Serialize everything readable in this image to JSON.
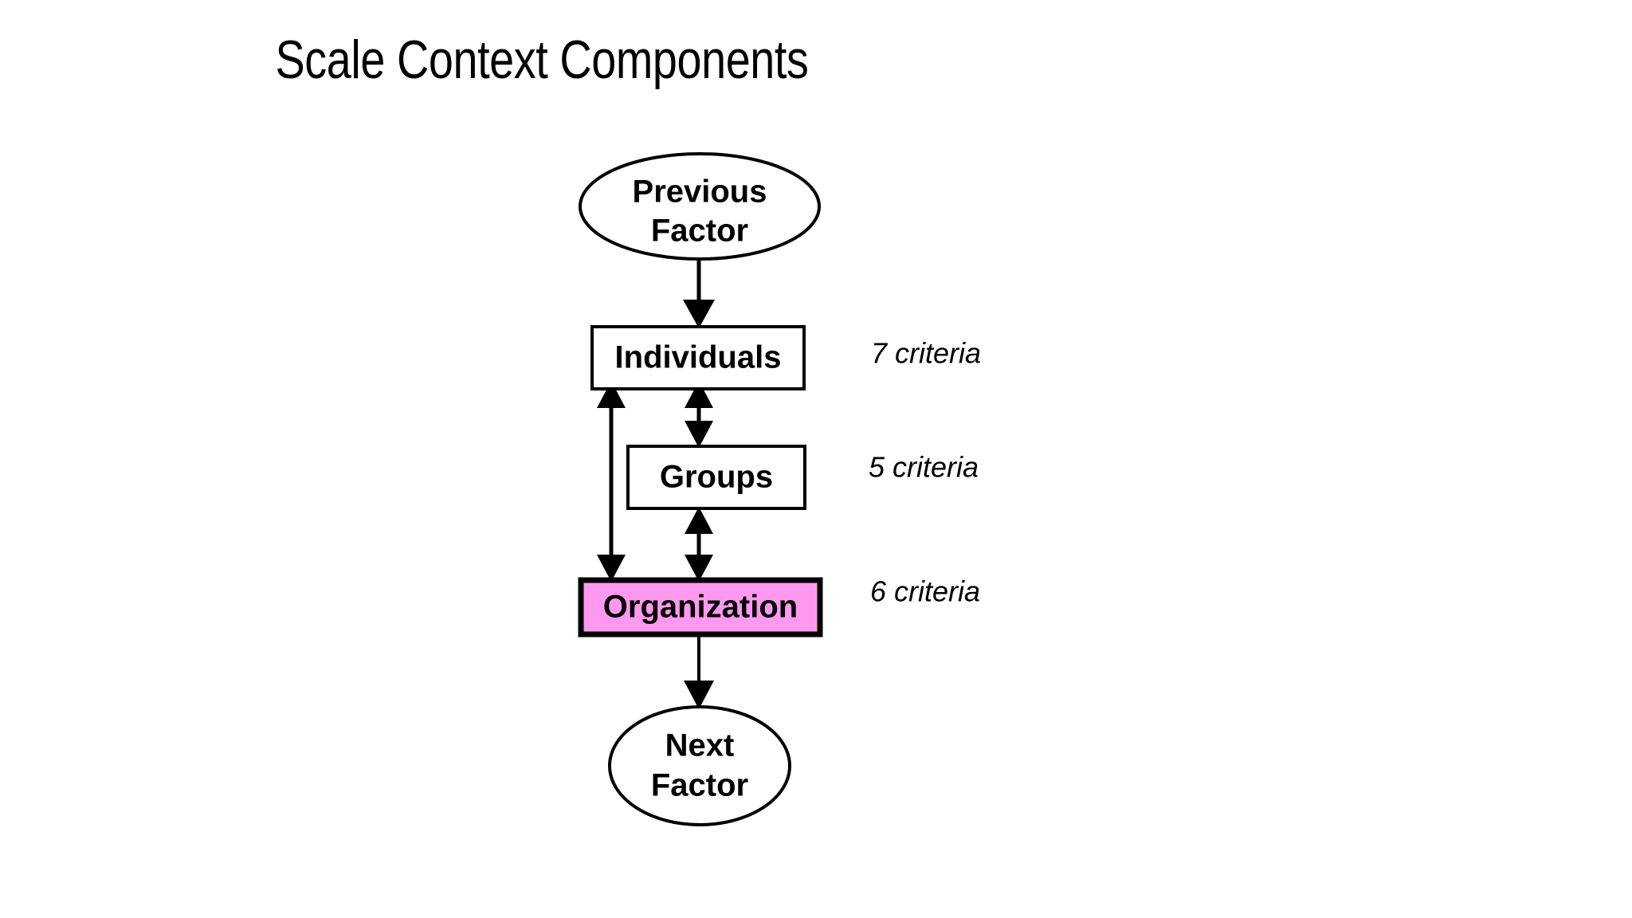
{
  "slide": {
    "title": "Scale Context Components",
    "background_color": "#ffffff"
  },
  "diagram": {
    "type": "flow",
    "nodes": [
      {
        "id": "previous-factor",
        "label_line1": "Previous",
        "label_line2": "Factor",
        "shape": "ellipse",
        "fill": "#ffffff",
        "stroke": "#000000"
      },
      {
        "id": "individuals",
        "label": "Individuals",
        "shape": "rectangle",
        "fill": "#ffffff",
        "stroke": "#000000"
      },
      {
        "id": "groups",
        "label": "Groups",
        "shape": "rectangle",
        "fill": "#ffffff",
        "stroke": "#000000"
      },
      {
        "id": "organization",
        "label": "Organization",
        "shape": "rectangle",
        "fill": "#ff99f0",
        "stroke": "#000000",
        "highlighted": true
      },
      {
        "id": "next-factor",
        "label_line1": "Next",
        "label_line2": "Factor",
        "shape": "ellipse",
        "fill": "#ffffff",
        "stroke": "#000000"
      }
    ],
    "annotations": [
      {
        "id": "individuals-criteria",
        "text": "7 criteria",
        "for": "individuals"
      },
      {
        "id": "groups-criteria",
        "text": "5 criteria",
        "for": "groups"
      },
      {
        "id": "organization-criteria",
        "text": "6 criteria",
        "for": "organization"
      }
    ],
    "edges": [
      {
        "from": "previous-factor",
        "to": "individuals",
        "direction": "down"
      },
      {
        "from": "individuals",
        "to": "groups",
        "direction": "both"
      },
      {
        "from": "groups",
        "to": "organization",
        "direction": "both"
      },
      {
        "from": "individuals",
        "to": "organization",
        "direction": "both"
      },
      {
        "from": "organization",
        "to": "next-factor",
        "direction": "down"
      }
    ]
  }
}
